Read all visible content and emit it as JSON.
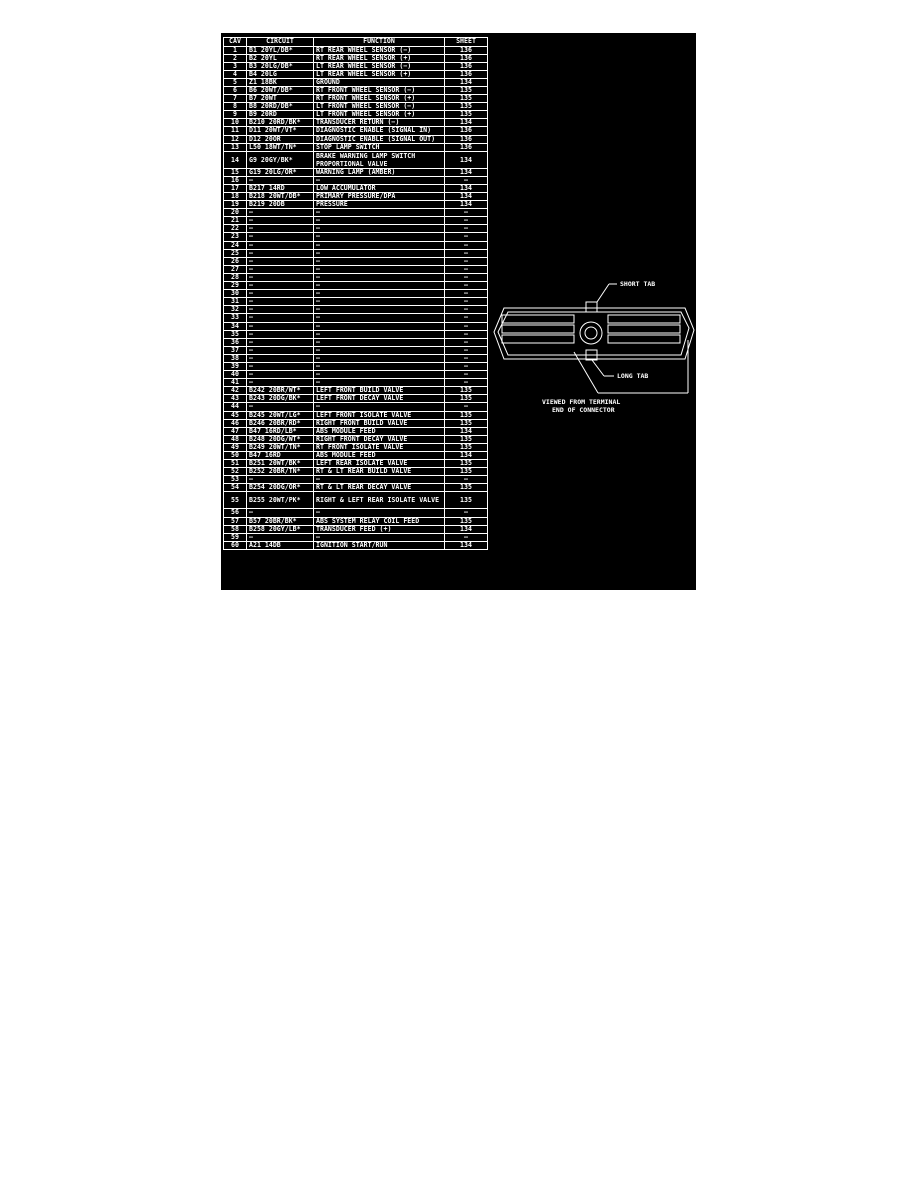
{
  "table": {
    "headers": {
      "cav": "CAV",
      "circuit": "CIRCUIT",
      "function": "FUNCTION",
      "sheet": "SHEET"
    },
    "rows": [
      {
        "cav": "1",
        "circuit": "B1 20YL/DB*",
        "function": "RT REAR WHEEL SENSOR (−)",
        "sheet": "136"
      },
      {
        "cav": "2",
        "circuit": "B2 20YL",
        "function": "RT REAR WHEEL SENSOR (+)",
        "sheet": "136"
      },
      {
        "cav": "3",
        "circuit": "B3 20LG/DB*",
        "function": "LT REAR WHEEL SENSOR (−)",
        "sheet": "136"
      },
      {
        "cav": "4",
        "circuit": "B4 20LG",
        "function": "LT REAR WHEEL SENSOR (+)",
        "sheet": "136"
      },
      {
        "cav": "5",
        "circuit": "Z1 18BK",
        "function": "GROUND",
        "sheet": "134"
      },
      {
        "cav": "6",
        "circuit": "B6 20WT/DB*",
        "function": "RT FRONT WHEEL SENSOR (−)",
        "sheet": "135"
      },
      {
        "cav": "7",
        "circuit": "B7 20WT",
        "function": "RT FRONT WHEEL SENSOR (+)",
        "sheet": "135"
      },
      {
        "cav": "8",
        "circuit": "B8 20RD/DB*",
        "function": "LT FRONT WHEEL SENSOR (−)",
        "sheet": "135"
      },
      {
        "cav": "9",
        "circuit": "B9 20RD",
        "function": "LT FRONT WHEEL SENSOR (+)",
        "sheet": "135"
      },
      {
        "cav": "10",
        "circuit": "B210 20RD/BK*",
        "function": "TRANSDUCER RETURN (−)",
        "sheet": "134"
      },
      {
        "cav": "11",
        "circuit": "D11 20WT/VT*",
        "function": "DIAGNOSTIC ENABLE (SIGNAL IN)",
        "sheet": "136"
      },
      {
        "cav": "12",
        "circuit": "D12 20OR",
        "function": "DIAGNOSTIC ENABLE (SIGNAL OUT)",
        "sheet": "136"
      },
      {
        "cav": "13",
        "circuit": "L50 18WT/TN*",
        "function": "STOP LAMP SWITCH",
        "sheet": "136"
      },
      {
        "cav": "14",
        "circuit": "G9 20GY/BK*",
        "function": "BRAKE WARNING LAMP SWITCH PROPORTIONAL VALVE",
        "sheet": "134",
        "tall": true
      },
      {
        "cav": "15",
        "circuit": "G19 20LG/OR*",
        "function": "WARNING LAMP (AMBER)",
        "sheet": "134"
      },
      {
        "cav": "16",
        "circuit": "—",
        "function": "—",
        "sheet": "—"
      },
      {
        "cav": "17",
        "circuit": "B217 14RD",
        "function": "LOW ACCUMULATOR",
        "sheet": "134"
      },
      {
        "cav": "18",
        "circuit": "B218 20WT/DB*",
        "function": "PRIMARY PRESSURE/DPA",
        "sheet": "134"
      },
      {
        "cav": "19",
        "circuit": "B219 20DB",
        "function": "PRESSURE",
        "sheet": "134"
      },
      {
        "cav": "20",
        "circuit": "—",
        "function": "—",
        "sheet": "—"
      },
      {
        "cav": "21",
        "circuit": "—",
        "function": "—",
        "sheet": "—"
      },
      {
        "cav": "22",
        "circuit": "—",
        "function": "—",
        "sheet": "—"
      },
      {
        "cav": "23",
        "circuit": "—",
        "function": "—",
        "sheet": "—"
      },
      {
        "cav": "24",
        "circuit": "—",
        "function": "—",
        "sheet": "—"
      },
      {
        "cav": "25",
        "circuit": "—",
        "function": "—",
        "sheet": "—"
      },
      {
        "cav": "26",
        "circuit": "—",
        "function": "—",
        "sheet": "—"
      },
      {
        "cav": "27",
        "circuit": "—",
        "function": "—",
        "sheet": "—"
      },
      {
        "cav": "28",
        "circuit": "—",
        "function": "—",
        "sheet": "—"
      },
      {
        "cav": "29",
        "circuit": "—",
        "function": "—",
        "sheet": "—"
      },
      {
        "cav": "30",
        "circuit": "—",
        "function": "—",
        "sheet": "—"
      },
      {
        "cav": "31",
        "circuit": "—",
        "function": "—",
        "sheet": "—"
      },
      {
        "cav": "32",
        "circuit": "—",
        "function": "—",
        "sheet": "—"
      },
      {
        "cav": "33",
        "circuit": "—",
        "function": "—",
        "sheet": "—"
      },
      {
        "cav": "34",
        "circuit": "—",
        "function": "—",
        "sheet": "—"
      },
      {
        "cav": "35",
        "circuit": "—",
        "function": "—",
        "sheet": "—"
      },
      {
        "cav": "36",
        "circuit": "—",
        "function": "—",
        "sheet": "—"
      },
      {
        "cav": "37",
        "circuit": "—",
        "function": "—",
        "sheet": "—"
      },
      {
        "cav": "38",
        "circuit": "—",
        "function": "—",
        "sheet": "—"
      },
      {
        "cav": "39",
        "circuit": "—",
        "function": "—",
        "sheet": "—"
      },
      {
        "cav": "40",
        "circuit": "—",
        "function": "—",
        "sheet": "—"
      },
      {
        "cav": "41",
        "circuit": "—",
        "function": "—",
        "sheet": "—"
      },
      {
        "cav": "42",
        "circuit": "B242 20BR/WT*",
        "function": "LEFT FRONT BUILD VALVE",
        "sheet": "135"
      },
      {
        "cav": "43",
        "circuit": "B243 20DG/BK*",
        "function": "LEFT FRONT DECAY VALVE",
        "sheet": "135"
      },
      {
        "cav": "44",
        "circuit": "—",
        "function": "—",
        "sheet": "—"
      },
      {
        "cav": "45",
        "circuit": "B245 20WT/LG*",
        "function": "LEFT FRONT ISOLATE VALVE",
        "sheet": "135"
      },
      {
        "cav": "46",
        "circuit": "B246 20BR/RD*",
        "function": "RIGHT FRONT BUILD VALVE",
        "sheet": "135"
      },
      {
        "cav": "47",
        "circuit": "B47 16RD/LB*",
        "function": "ABS MODULE FEED",
        "sheet": "134"
      },
      {
        "cav": "48",
        "circuit": "B248 20DG/WT*",
        "function": "RIGHT FRONT DECAY VALVE",
        "sheet": "135"
      },
      {
        "cav": "49",
        "circuit": "B249 20WT/TN*",
        "function": "RT FRONT ISOLATE VALVE",
        "sheet": "135"
      },
      {
        "cav": "50",
        "circuit": "B47 16RD",
        "function": "ABS MODULE FEED",
        "sheet": "134"
      },
      {
        "cav": "51",
        "circuit": "B251 20WT/BK*",
        "function": "LEFT REAR ISOLATE VALVE",
        "sheet": "135"
      },
      {
        "cav": "52",
        "circuit": "B252 20BR/TN*",
        "function": "RT & LT REAR BUILD VALVE",
        "sheet": "135"
      },
      {
        "cav": "53",
        "circuit": "—",
        "function": "—",
        "sheet": "—"
      },
      {
        "cav": "54",
        "circuit": "B254 20DG/OR*",
        "function": "RT & LT REAR DECAY VALVE",
        "sheet": "135"
      },
      {
        "cav": "55",
        "circuit": "B255 20WT/PK*",
        "function": "RIGHT & LEFT REAR ISOLATE VALVE",
        "sheet": "135",
        "tall": true
      },
      {
        "cav": "56",
        "circuit": "—",
        "function": "—",
        "sheet": "—"
      },
      {
        "cav": "57",
        "circuit": "B57 20BR/BK*",
        "function": "ABS SYSTEM RELAY COIL FEED",
        "sheet": "135"
      },
      {
        "cav": "58",
        "circuit": "B258 20GY/LB*",
        "function": "TRANSDUCER FEED (+)",
        "sheet": "134"
      },
      {
        "cav": "59",
        "circuit": "—",
        "function": "—",
        "sheet": "—"
      },
      {
        "cav": "60",
        "circuit": "A21 14DB",
        "function": "IGNITION START/RUN",
        "sheet": "134"
      }
    ]
  },
  "diagram": {
    "short_tab": "SHORT TAB",
    "long_tab": "LONG TAB",
    "caption_line1": "VIEWED FROM TERMINAL",
    "caption_line2": "END OF CONNECTOR"
  }
}
